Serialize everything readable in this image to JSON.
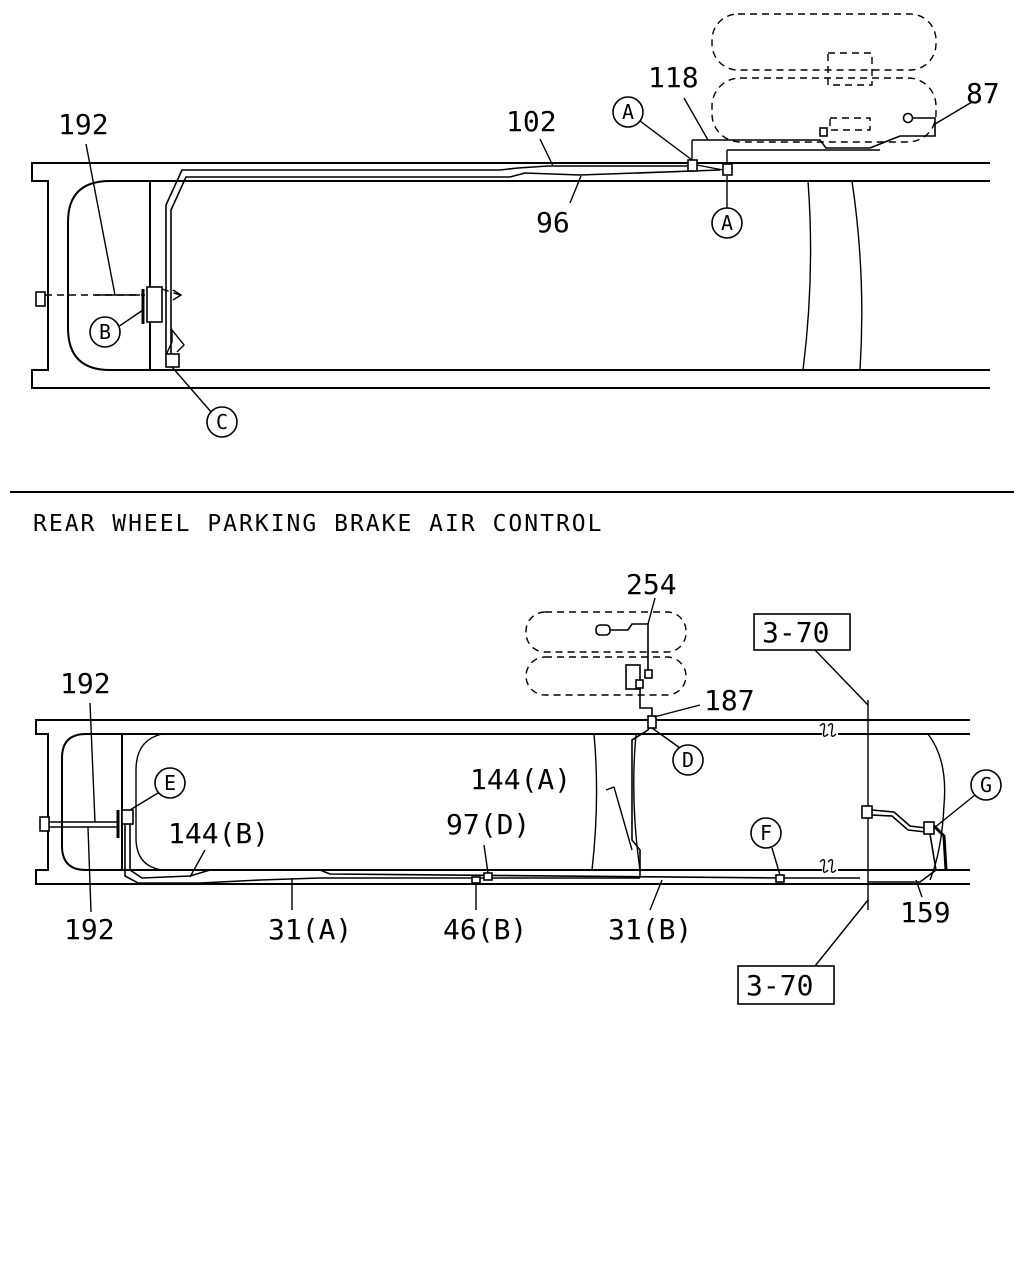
{
  "title": "REAR WHEEL PARKING BRAKE AIR CONTROL",
  "top_view": {
    "labels": [
      "192",
      "102",
      "118",
      "87",
      "96"
    ],
    "callouts": [
      "A",
      "A",
      "B",
      "C"
    ]
  },
  "bottom_view": {
    "labels": [
      "254",
      "192",
      "187",
      "144(A)",
      "144(B)",
      "97(D)",
      "192",
      "31(A)",
      "46(B)",
      "31(B)",
      "159"
    ],
    "callouts": [
      "D",
      "E",
      "F",
      "G"
    ],
    "ref_boxes": [
      "3-70",
      "3-70"
    ]
  }
}
